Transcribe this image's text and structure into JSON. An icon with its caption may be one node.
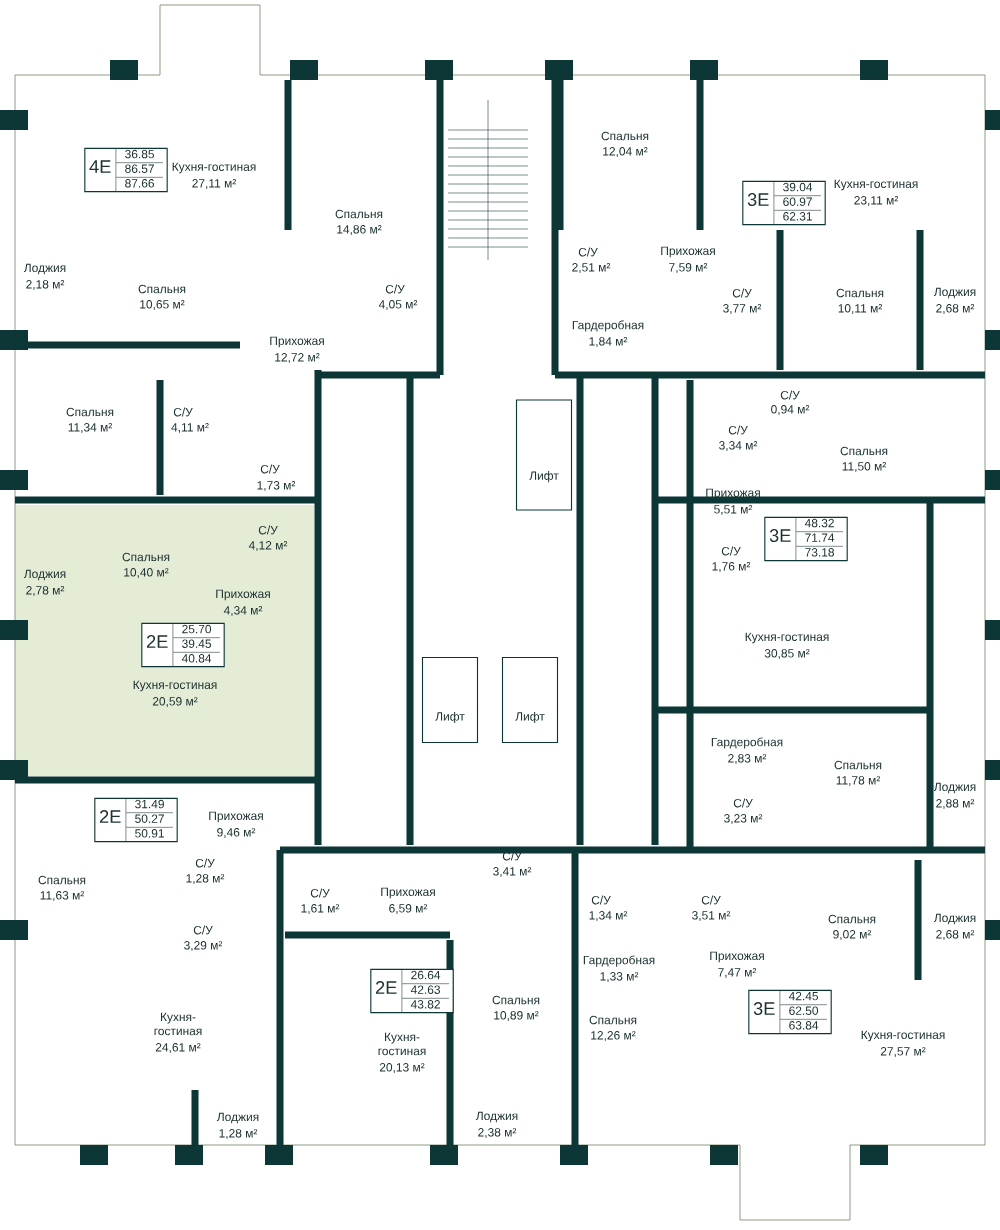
{
  "diagram": {
    "nodes": [
      {
        "text": [
          "4Е",
          "36.85",
          "86.57",
          "87.66"
        ]
      },
      {
        "text": [
          "3Е",
          "39.04",
          "60.97",
          "62.31"
        ]
      },
      {
        "text": [
          "Лифт"
        ]
      },
      {
        "text": [
          "3Е",
          "48.32",
          "71.74",
          "73.18"
        ]
      },
      {
        "text": [
          "2Е",
          "25.70",
          "39.45",
          "40.84"
        ]
      },
      {
        "text": [
          "Лифт"
        ]
      },
      {
        "text": [
          "Лифт"
        ]
      },
      {
        "text": [
          "2Е",
          "31.49",
          "50.27",
          "50.91"
        ]
      },
      {
        "text": [
          "2Е",
          "26.64",
          "42.63",
          "43.82"
        ]
      },
      {
        "text": [
          "3Е",
          "42.45",
          "62.50",
          "63.84"
        ]
      }
    ],
    "labels": [
      "Кухня-гостиная",
      "27,11 м²",
      "Спальня",
      "14,86 м²",
      "Лоджия",
      "2,18 м²",
      "Спальня",
      "10,65 м²",
      "С/У",
      "4,05 м²",
      "Прихожая",
      "12,72 м²",
      "Спальня",
      "11,34 м²",
      "С/У",
      "4,11 м²",
      "С/У",
      "1,73 м²",
      "Спальня",
      "10,40 м²",
      "С/У",
      "4,12 м²",
      "Лоджия",
      "2,78 м²",
      "Прихожая",
      "4,34 м²",
      "Кухня-гостиная",
      "20,59 м²",
      "Прихожая",
      "9,46 м²",
      "Спальня",
      "11,63 м²",
      "С/У",
      "1,28 м²",
      "С/У",
      "3,29 м²",
      "Кухня-гостиная",
      "24,61 м²",
      "Лоджия",
      "1,28 м²",
      "С/У",
      "1,61 м²",
      "Прихожая",
      "6,59 м²",
      "С/У",
      "3,41 м²",
      "Кухня-гостиная",
      "20,13 м²",
      "Спальня",
      "10,89 м²",
      "Лоджия",
      "2,38 м²",
      "С/У",
      "1,34 м²",
      "Гардеробная",
      "1,33 м²",
      "Спальня",
      "12,26 м²",
      "С/У",
      "3,51 м²",
      "Прихожая",
      "7,47 м²",
      "Спальня",
      "9,02 м²",
      "Лоджия",
      "2,68 м²",
      "Кухня-гостиная",
      "27,57 м²",
      "Спальня",
      "12,04 м²",
      "Кухня-гостиная",
      "23,11 м²",
      "С/У",
      "2,51 м²",
      "Прихожая",
      "7,59 м²",
      "С/У",
      "3,77 м²",
      "Спальня",
      "10,11 м²",
      "Лоджия",
      "2,68 м²",
      "Гардеробная",
      "1,84 м²",
      "С/У",
      "0,94 м²",
      "С/У",
      "3,34 м²",
      "Спальня",
      "11,50 м²",
      "Прихожая",
      "5,51 м²",
      "С/У",
      "1,76 м²",
      "Кухня-гостиная",
      "30,85 м²",
      "Гардеробная",
      "2,83 м²",
      "Спальня",
      "11,78 м²",
      "Лоджия",
      "2,88 м²",
      "С/У",
      "3,23 м²"
    ]
  }
}
